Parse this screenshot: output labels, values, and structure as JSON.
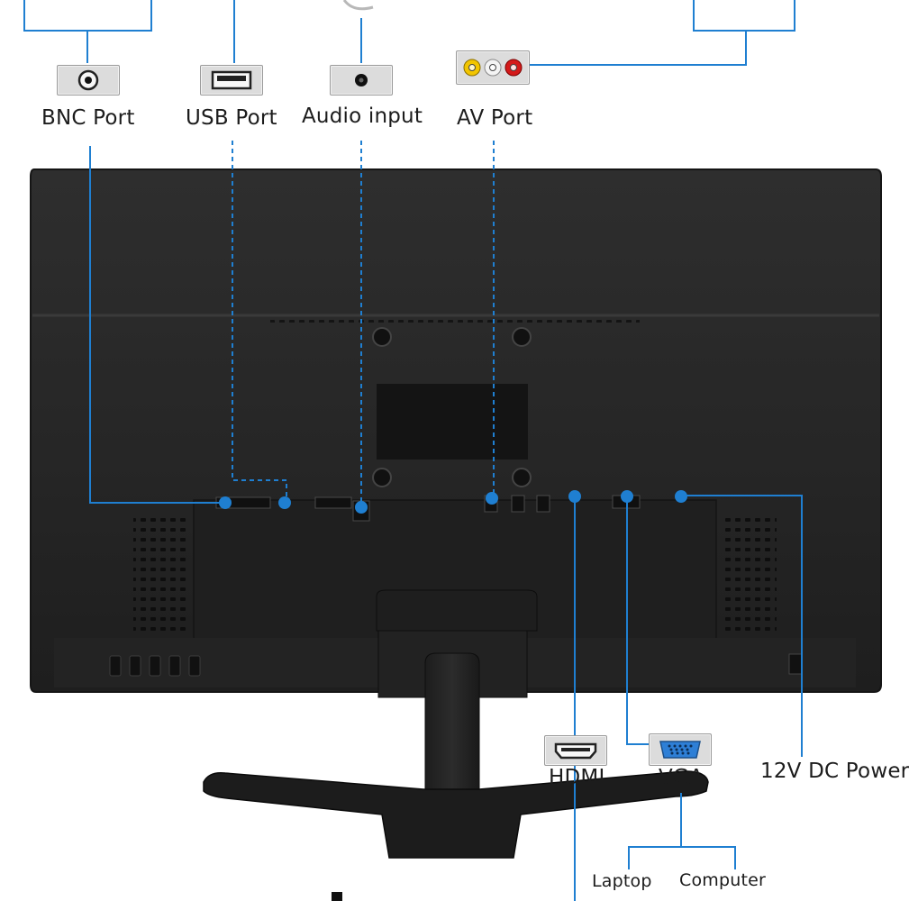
{
  "labels": {
    "bnc": "BNC Port",
    "usb": "USB Port",
    "audio": "Audio input",
    "av": "AV Port",
    "hdmi": "HDMI",
    "vga": "VGA",
    "dc": "12V DC Power",
    "laptop": "Laptop",
    "computer": "Computer"
  },
  "colors": {
    "leader_line": "#1f7fd1",
    "monitor_body": "#2a2a2a",
    "port_box": "#dcdcdc",
    "av_yellow": "#f2c500",
    "av_white": "#f4f4f4",
    "av_red": "#d41a1a",
    "vga_blue": "#2e7fd6"
  },
  "icons": {
    "bnc": "bnc-connector-icon",
    "usb": "usb-connector-icon",
    "audio": "audio-jack-icon",
    "av": "rca-av-connector-icon",
    "hdmi": "hdmi-connector-icon",
    "vga": "vga-connector-icon"
  }
}
